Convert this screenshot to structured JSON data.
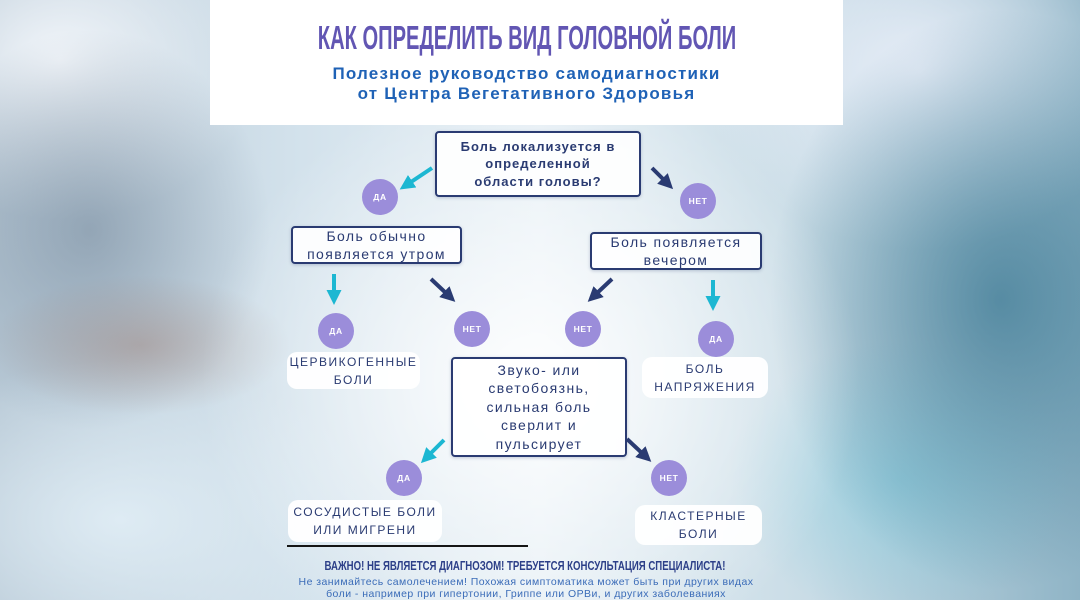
{
  "header": {
    "title": "КАК ОПРЕДЕЛИТЬ ВИД ГОЛОВНОЙ БОЛИ",
    "subtitle_lines": [
      "Полезное руководство самодиагностики",
      "от Центра Вегетативного Здоровья"
    ]
  },
  "flowchart": {
    "answers": {
      "yes": "ДА",
      "no": "НЕТ"
    },
    "questions": {
      "localized": [
        "Боль локализуется в",
        "определенной",
        "области головы?"
      ],
      "morning": [
        "Боль обычно",
        "появляется утром"
      ],
      "evening": [
        "Боль появляется",
        "вечером"
      ],
      "photophobia": [
        "Звуко- или",
        "светобоязнь,",
        "сильная боль",
        "сверлит и",
        "пульсирует"
      ]
    },
    "results": {
      "cervicogenic": [
        "ЦЕРВИКОГЕННЫЕ",
        "БОЛИ"
      ],
      "tension": [
        "БОЛЬ",
        "НАПРЯЖЕНИЯ"
      ],
      "vascular": [
        "СОСУДИСТЫЕ БОЛИ",
        "ИЛИ МИГРЕНИ"
      ],
      "cluster": [
        "КЛАСТЕРНЫЕ",
        "БОЛИ"
      ]
    }
  },
  "footer": {
    "warning": "ВАЖНО! НЕ ЯВЛЯЕТСЯ ДИАГНОЗОМ! ТРЕБУЕТСЯ КОНСУЛЬТАЦИЯ СПЕЦИАЛИСТА!",
    "note_lines": [
      "Не занимайтесь самолечением! Похожая симптоматика может быть при других видах",
      "боли - например при гипертонии, Гриппе или ОРВи, и других заболеваниях"
    ]
  },
  "colors": {
    "title": "#6256b3",
    "subtitle": "#1f62b6",
    "navy": "#2a3b72",
    "cyan": "#1cb7d2",
    "circle": "#9b8dda",
    "warning": "#2c3f88",
    "note": "#3b6cb8"
  }
}
